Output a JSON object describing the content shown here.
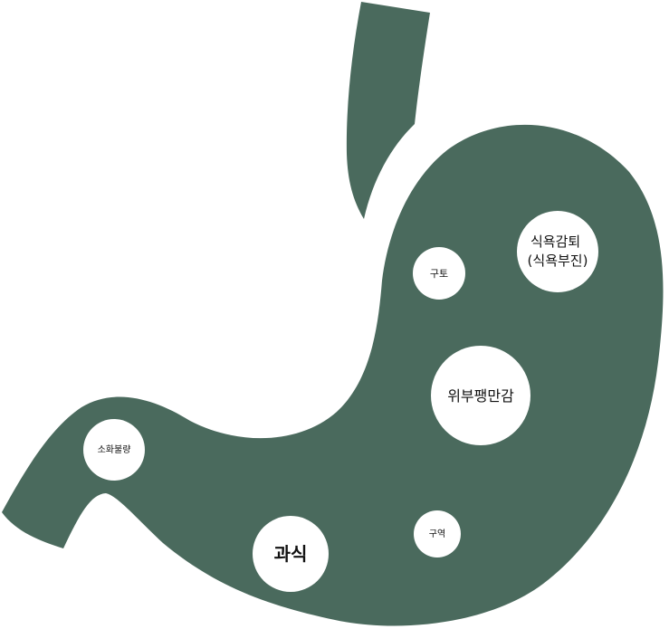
{
  "colors": {
    "stomach": "#4a6a5d",
    "bubble": "#ffffff",
    "text": "#111111"
  },
  "symptoms": [
    {
      "id": "appetite-loss",
      "lines": [
        "식욕감퇴",
        "(식욕부진)"
      ]
    },
    {
      "id": "vomiting",
      "lines": [
        "구토"
      ]
    },
    {
      "id": "bloating",
      "lines": [
        "위부팽만감"
      ]
    },
    {
      "id": "indigestion",
      "lines": [
        "소화불량"
      ]
    },
    {
      "id": "overeating",
      "lines": [
        "과식"
      ]
    },
    {
      "id": "nausea",
      "lines": [
        "구역"
      ]
    }
  ]
}
